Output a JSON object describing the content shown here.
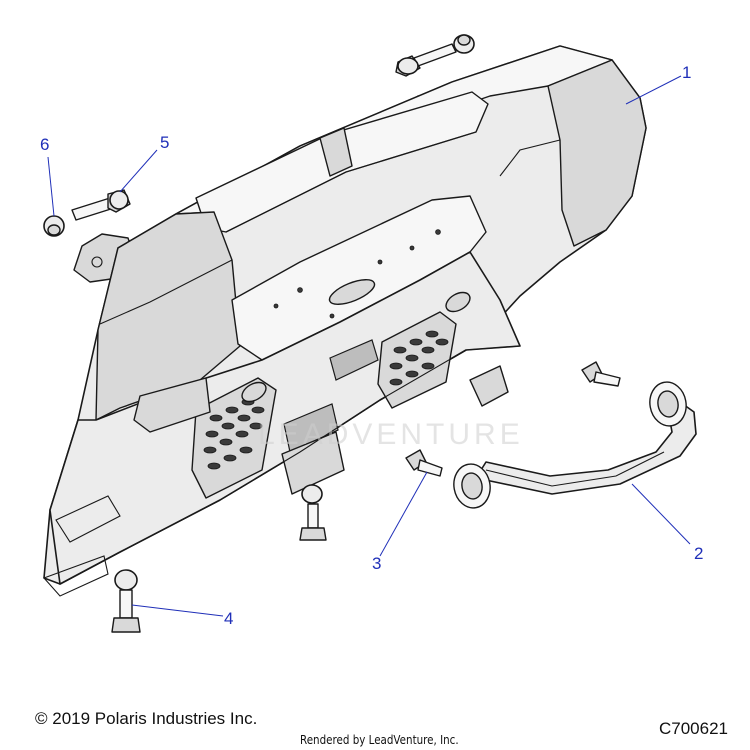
{
  "callouts": [
    {
      "label": "1"
    },
    {
      "label": "2"
    },
    {
      "label": "3"
    },
    {
      "label": "4"
    },
    {
      "label": "5"
    },
    {
      "label": "6"
    }
  ],
  "footer": {
    "copyright": "© 2019 Polaris Industries Inc.",
    "rendered_by": "Rendered by LeadVenture, Inc.",
    "figure_id": "C700621"
  },
  "watermark": "LEADVENTURE",
  "colors": {
    "callout_color": "#1f2fb8",
    "part_fill": "#ececec",
    "outline": "#1a1a1a"
  }
}
